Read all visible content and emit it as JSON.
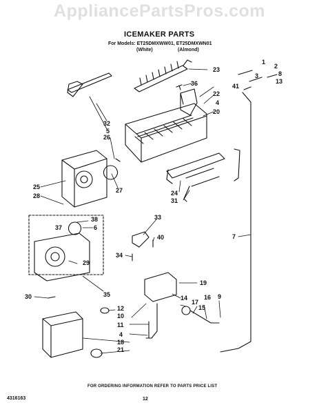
{
  "watermark": "AppliancePartsPros.com",
  "header": {
    "title": "ICEMAKER PARTS",
    "models_line": "For Models: ET25DMXWW01, ET25DMXWN01",
    "color_white": "(White)",
    "color_almond": "(Almond)"
  },
  "callouts": {
    "c1": "1",
    "c2": "2",
    "c3": "3",
    "c8": "8",
    "c13": "13",
    "c23": "23",
    "c36": "36",
    "c41": "41",
    "c22": "22",
    "c4a": "4",
    "c20": "20",
    "c32": "32",
    "c5": "5",
    "c26": "26",
    "c27": "27",
    "c25": "25",
    "c28": "28",
    "c24": "24",
    "c31": "31",
    "c33": "33",
    "c37": "37",
    "c38": "38",
    "c6": "6",
    "c29": "29",
    "c40": "40",
    "c34": "34",
    "c7": "7",
    "c19": "19",
    "c35": "35",
    "c30": "30",
    "c12": "12",
    "c10": "10",
    "c14": "14",
    "c17": "17",
    "c16": "16",
    "c9": "9",
    "c15": "15",
    "c11": "11",
    "c4b": "4",
    "c18": "18",
    "c21": "21"
  },
  "footer": {
    "ordering_note": "FOR ORDERING INFORMATION REFER TO PARTS PRICE LIST",
    "doc_number": "4316163",
    "page_number": "12"
  }
}
